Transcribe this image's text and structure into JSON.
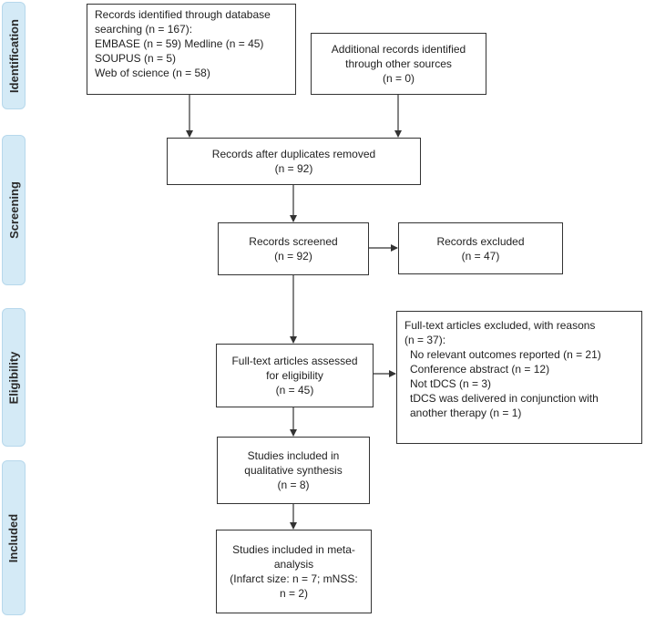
{
  "phases": {
    "identification": "Identification",
    "screening": "Screening",
    "eligibility": "Eligibility",
    "included": "Included"
  },
  "boxes": {
    "database_records": [
      "Records identified through database",
      "searching (n = 167):",
      "EMBASE (n = 59)  Medline (n = 45)",
      "SOUPUS (n = 5)",
      "Web of science (n = 58)"
    ],
    "additional_records": [
      "Additional records identified",
      "through other sources",
      "(n = 0)"
    ],
    "after_duplicates": [
      "Records after duplicates removed",
      "(n = 92)"
    ],
    "screened": [
      "Records screened",
      "(n = 92)"
    ],
    "excluded": [
      "Records excluded",
      "(n = 47)"
    ],
    "fulltext_assessed": [
      "Full-text articles assessed",
      "for eligibility",
      "(n = 45)"
    ],
    "fulltext_excluded": [
      "Full-text articles excluded, with reasons",
      "(n = 37):",
      "No relevant outcomes reported (n = 21)",
      "Conference abstract (n = 12)",
      "Not tDCS (n = 3)",
      "tDCS was delivered in conjunction with",
      "another therapy (n = 1)"
    ],
    "qualitative": [
      "Studies included in",
      "qualitative synthesis",
      "(n = 8)"
    ],
    "meta_analysis": [
      "Studies included in meta-",
      "analysis",
      "(Infarct size: n = 7; mNSS:",
      "n = 2)"
    ]
  }
}
